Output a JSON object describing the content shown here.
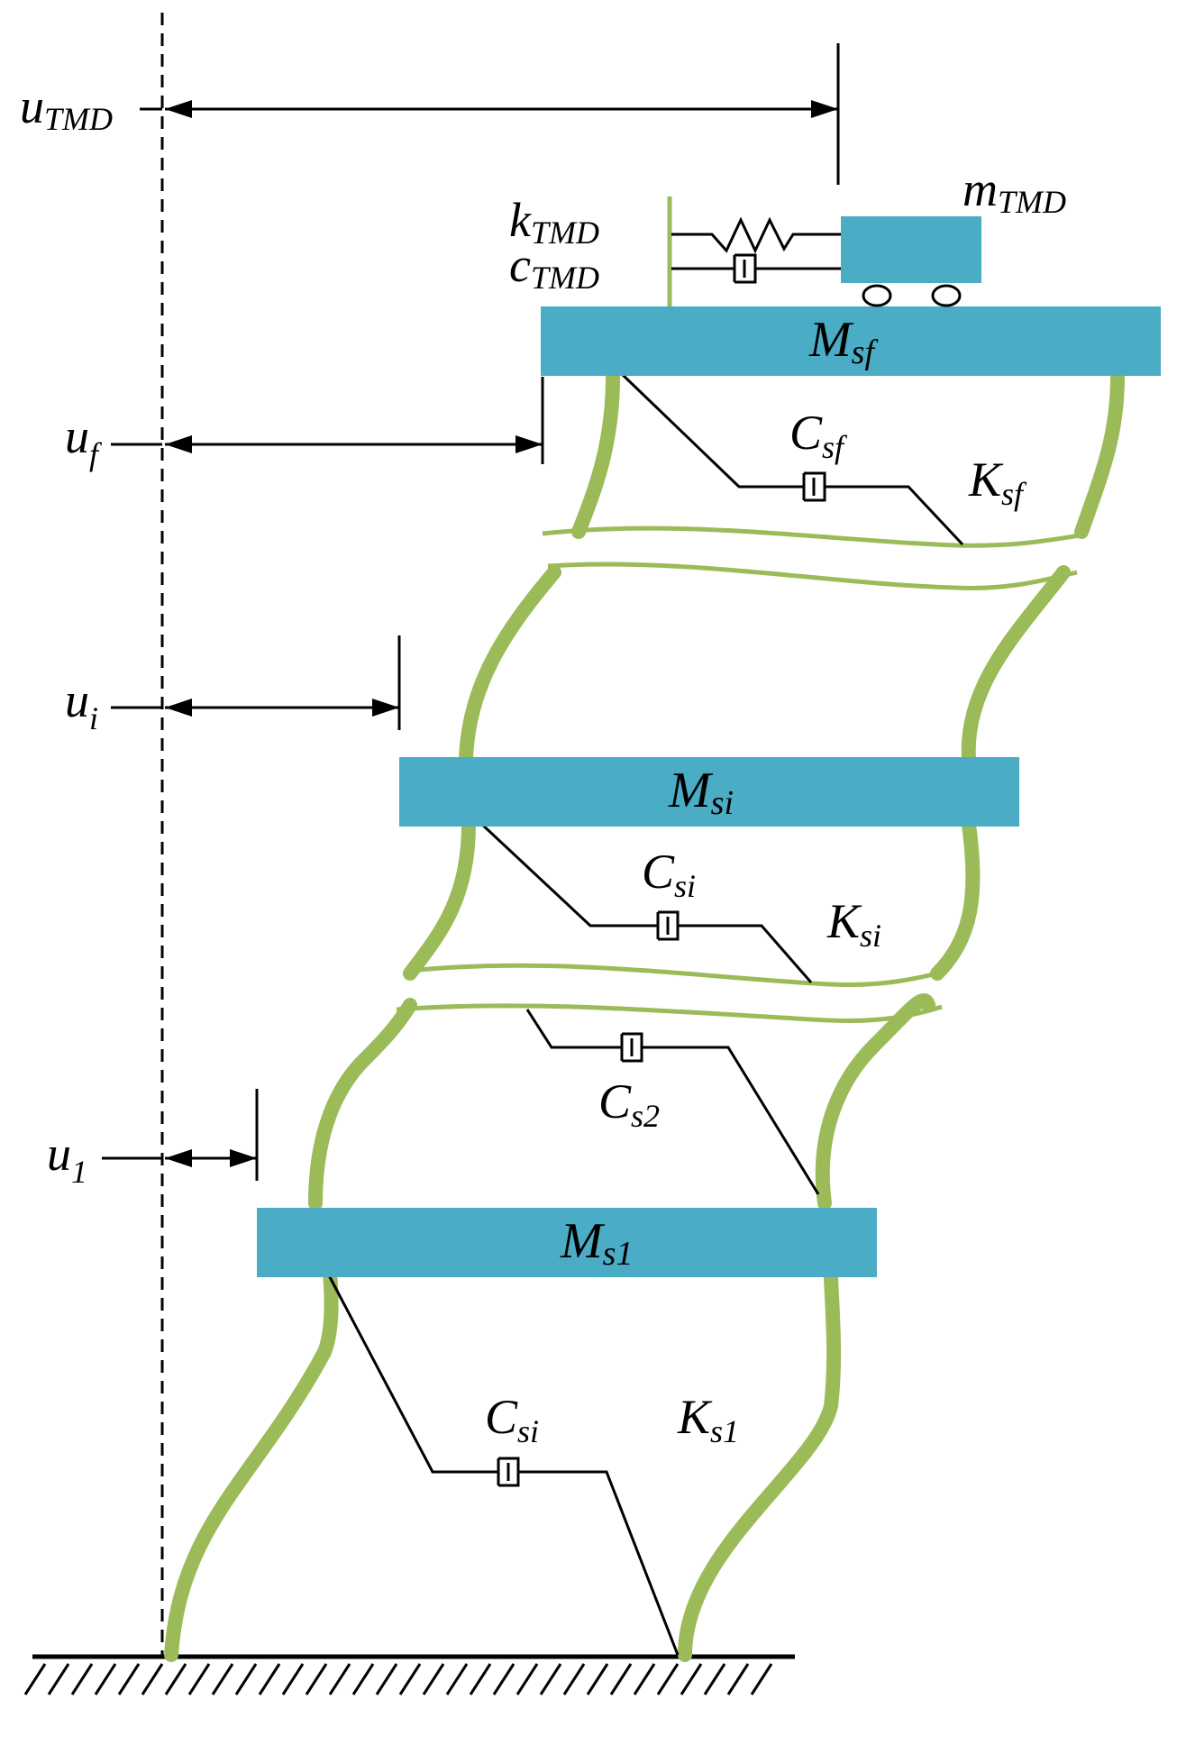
{
  "colors": {
    "mass": "#4bacc6",
    "column": "#9bbb59",
    "line": "#000000",
    "background": "#ffffff"
  },
  "labels": {
    "u_tmd": {
      "base": "u",
      "sub": "TMD"
    },
    "u_f": {
      "base": "u",
      "sub": "f"
    },
    "u_i": {
      "base": "u",
      "sub": "i"
    },
    "u_1": {
      "base": "u",
      "sub": "1"
    },
    "k_tmd": {
      "base": "k",
      "sub": "TMD"
    },
    "c_tmd": {
      "base": "c",
      "sub": "TMD"
    },
    "m_tmd": {
      "base": "m",
      "sub": "TMD"
    },
    "M_sf": {
      "base": "M",
      "sub": "sf"
    },
    "M_si": {
      "base": "M",
      "sub": "si"
    },
    "M_s1": {
      "base": "M",
      "sub": "s1"
    },
    "C_sf": {
      "base": "C",
      "sub": "sf"
    },
    "K_sf": {
      "base": "K",
      "sub": "sf"
    },
    "C_si_upper": {
      "base": "C",
      "sub": "si"
    },
    "K_si": {
      "base": "K",
      "sub": "si"
    },
    "C_s2": {
      "base": "C",
      "sub": "s2"
    },
    "C_si_lower": {
      "base": "C",
      "sub": "si"
    },
    "K_s1": {
      "base": "K",
      "sub": "s1"
    }
  }
}
